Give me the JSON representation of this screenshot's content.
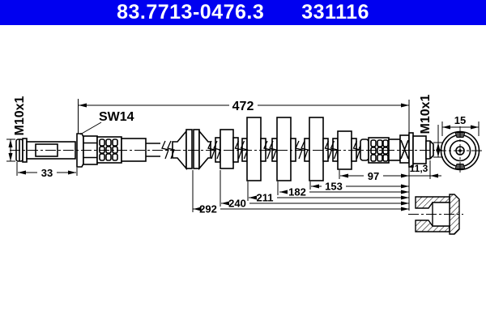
{
  "header": {
    "part_number": "83.7713-0476.3",
    "reference_number": "331116"
  },
  "colors": {
    "header_bg": "#0000f0",
    "header_text": "#ffffff",
    "drawing_line": "#000000",
    "background": "#ffffff"
  },
  "drawing": {
    "labels": {
      "left_thread": "M10x1",
      "right_thread": "M10x1",
      "hex_wrench_size": "SW14"
    },
    "dimensions": {
      "overall_length": "472",
      "left_fitting_length": "33",
      "right_fitting_offset": "97",
      "end_offset": "11,3",
      "clip4_position": "153",
      "clip3_position": "182",
      "clip2_position": "211",
      "clip1_position": "240",
      "grommet_position": "292",
      "end_view_diameter": "15"
    }
  }
}
